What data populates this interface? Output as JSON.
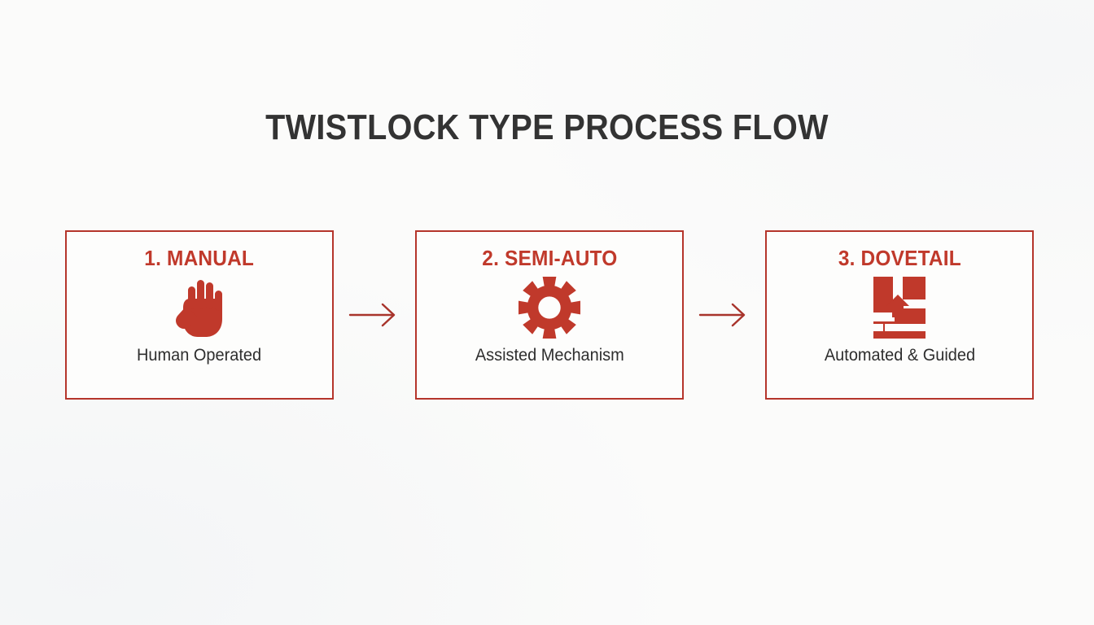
{
  "page": {
    "title": "TWISTLOCK TYPE PROCESS FLOW",
    "background_color": "#FBFBFA",
    "accent_color": "#C0392B",
    "border_color": "#B5352B",
    "title_color": "#333333",
    "caption_color": "#2E2E2E"
  },
  "flow": {
    "steps": [
      {
        "heading": "1. MANUAL",
        "caption": "Human Operated",
        "icon": "hand-icon"
      },
      {
        "heading": "2. SEMI-AUTO",
        "caption": "Assisted Mechanism",
        "icon": "gear-icon"
      },
      {
        "heading": "3. DOVETAIL",
        "caption": "Automated & Guided",
        "icon": "dovetail-joint-icon"
      }
    ],
    "connectors": [
      {
        "icon": "arrow-right-icon"
      },
      {
        "icon": "arrow-right-icon"
      }
    ]
  }
}
